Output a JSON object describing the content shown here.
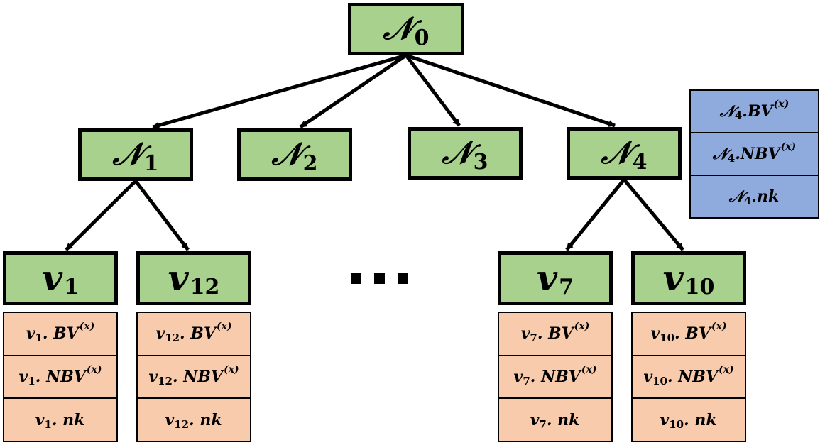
{
  "colors": {
    "node_fill": "#a9d18e",
    "leaf_table_fill": "#f8cbad",
    "node_table_fill": "#8faadc",
    "stroke": "#000000"
  },
  "nodes": [
    {
      "id": "N0",
      "symbol": "𝒩",
      "sub": "0"
    },
    {
      "id": "N1",
      "symbol": "𝒩",
      "sub": "1"
    },
    {
      "id": "N2",
      "symbol": "𝒩",
      "sub": "2"
    },
    {
      "id": "N3",
      "symbol": "𝒩",
      "sub": "3"
    },
    {
      "id": "N4",
      "symbol": "𝒩",
      "sub": "4"
    },
    {
      "id": "v1",
      "symbol": "𝒗",
      "sub": "1"
    },
    {
      "id": "v12",
      "symbol": "𝒗",
      "sub": "12"
    },
    {
      "id": "v7",
      "symbol": "𝒗",
      "sub": "7"
    },
    {
      "id": "v10",
      "symbol": "𝒗",
      "sub": "10"
    }
  ],
  "edges": [
    {
      "from": "N0",
      "to": "N1"
    },
    {
      "from": "N0",
      "to": "N2"
    },
    {
      "from": "N0",
      "to": "N3"
    },
    {
      "from": "N0",
      "to": "N4"
    },
    {
      "from": "N1",
      "to": "v1"
    },
    {
      "from": "N1",
      "to": "v12"
    },
    {
      "from": "N4",
      "to": "v7"
    },
    {
      "from": "N4",
      "to": "v10"
    }
  ],
  "tables": {
    "N4": [
      {
        "prefix": "𝒩",
        "sub": "4",
        "field": ".BV",
        "sup": "(x)"
      },
      {
        "prefix": "𝒩",
        "sub": "4",
        "field": ".NBV",
        "sup": "(x)"
      },
      {
        "prefix": "𝒩",
        "sub": "4",
        "field": ".nk",
        "sup": ""
      }
    ],
    "v1": [
      {
        "prefix": "v",
        "sub": "1",
        "field": ". BV",
        "sup": "(x)"
      },
      {
        "prefix": "v",
        "sub": "1",
        "field": ". NBV",
        "sup": "(x)"
      },
      {
        "prefix": "v",
        "sub": "1",
        "field": ". nk",
        "sup": ""
      }
    ],
    "v12": [
      {
        "prefix": "v",
        "sub": "12",
        "field": ". BV",
        "sup": "(x)"
      },
      {
        "prefix": "v",
        "sub": "12",
        "field": ". NBV",
        "sup": "(x)"
      },
      {
        "prefix": "v",
        "sub": "12",
        "field": ". nk",
        "sup": ""
      }
    ],
    "v7": [
      {
        "prefix": "v",
        "sub": "7",
        "field": ". BV",
        "sup": "(x)"
      },
      {
        "prefix": "v",
        "sub": "7",
        "field": ". NBV",
        "sup": "(x)"
      },
      {
        "prefix": "v",
        "sub": "7",
        "field": ". nk",
        "sup": ""
      }
    ],
    "v10": [
      {
        "prefix": "v",
        "sub": "10",
        "field": ". BV",
        "sup": "(x)"
      },
      {
        "prefix": "v",
        "sub": "10",
        "field": ". NBV",
        "sup": "(x)"
      },
      {
        "prefix": "v",
        "sub": "10",
        "field": ". nk",
        "sup": ""
      }
    ]
  },
  "ellipsis": "..."
}
